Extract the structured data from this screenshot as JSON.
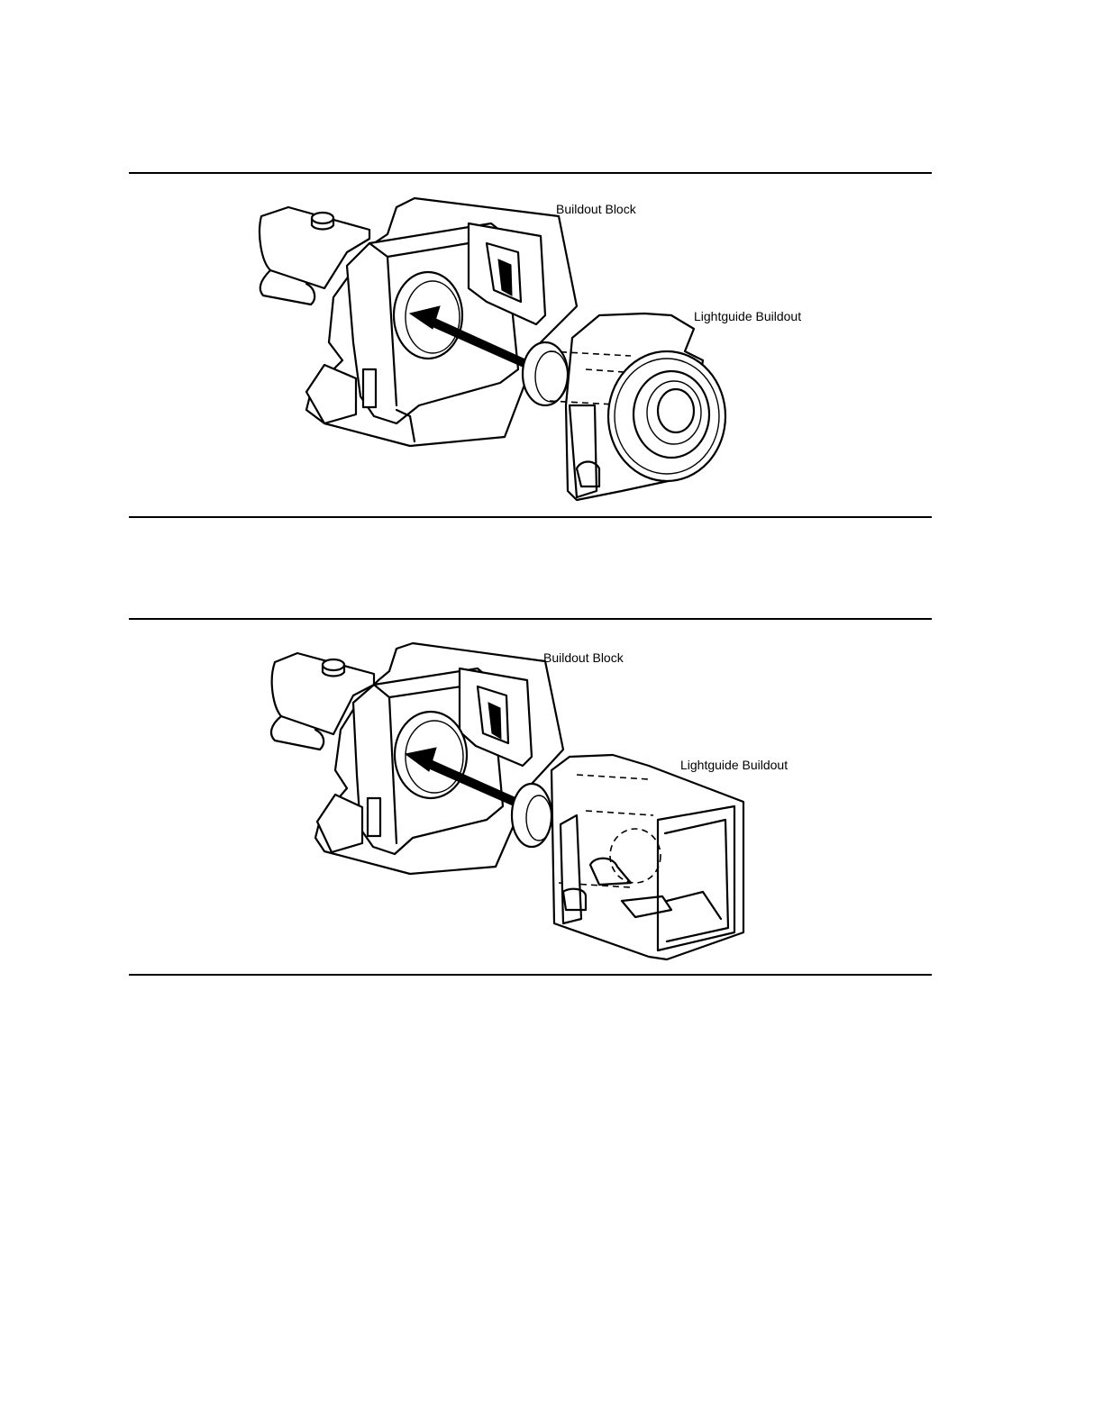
{
  "figures": [
    {
      "labels": {
        "buildout_block": "Buildout Block",
        "lightguide_buildout": "Lightguide Buildout"
      }
    },
    {
      "labels": {
        "buildout_block": "Buildout Block",
        "lightguide_buildout": "Lightguide Buildout"
      }
    }
  ]
}
